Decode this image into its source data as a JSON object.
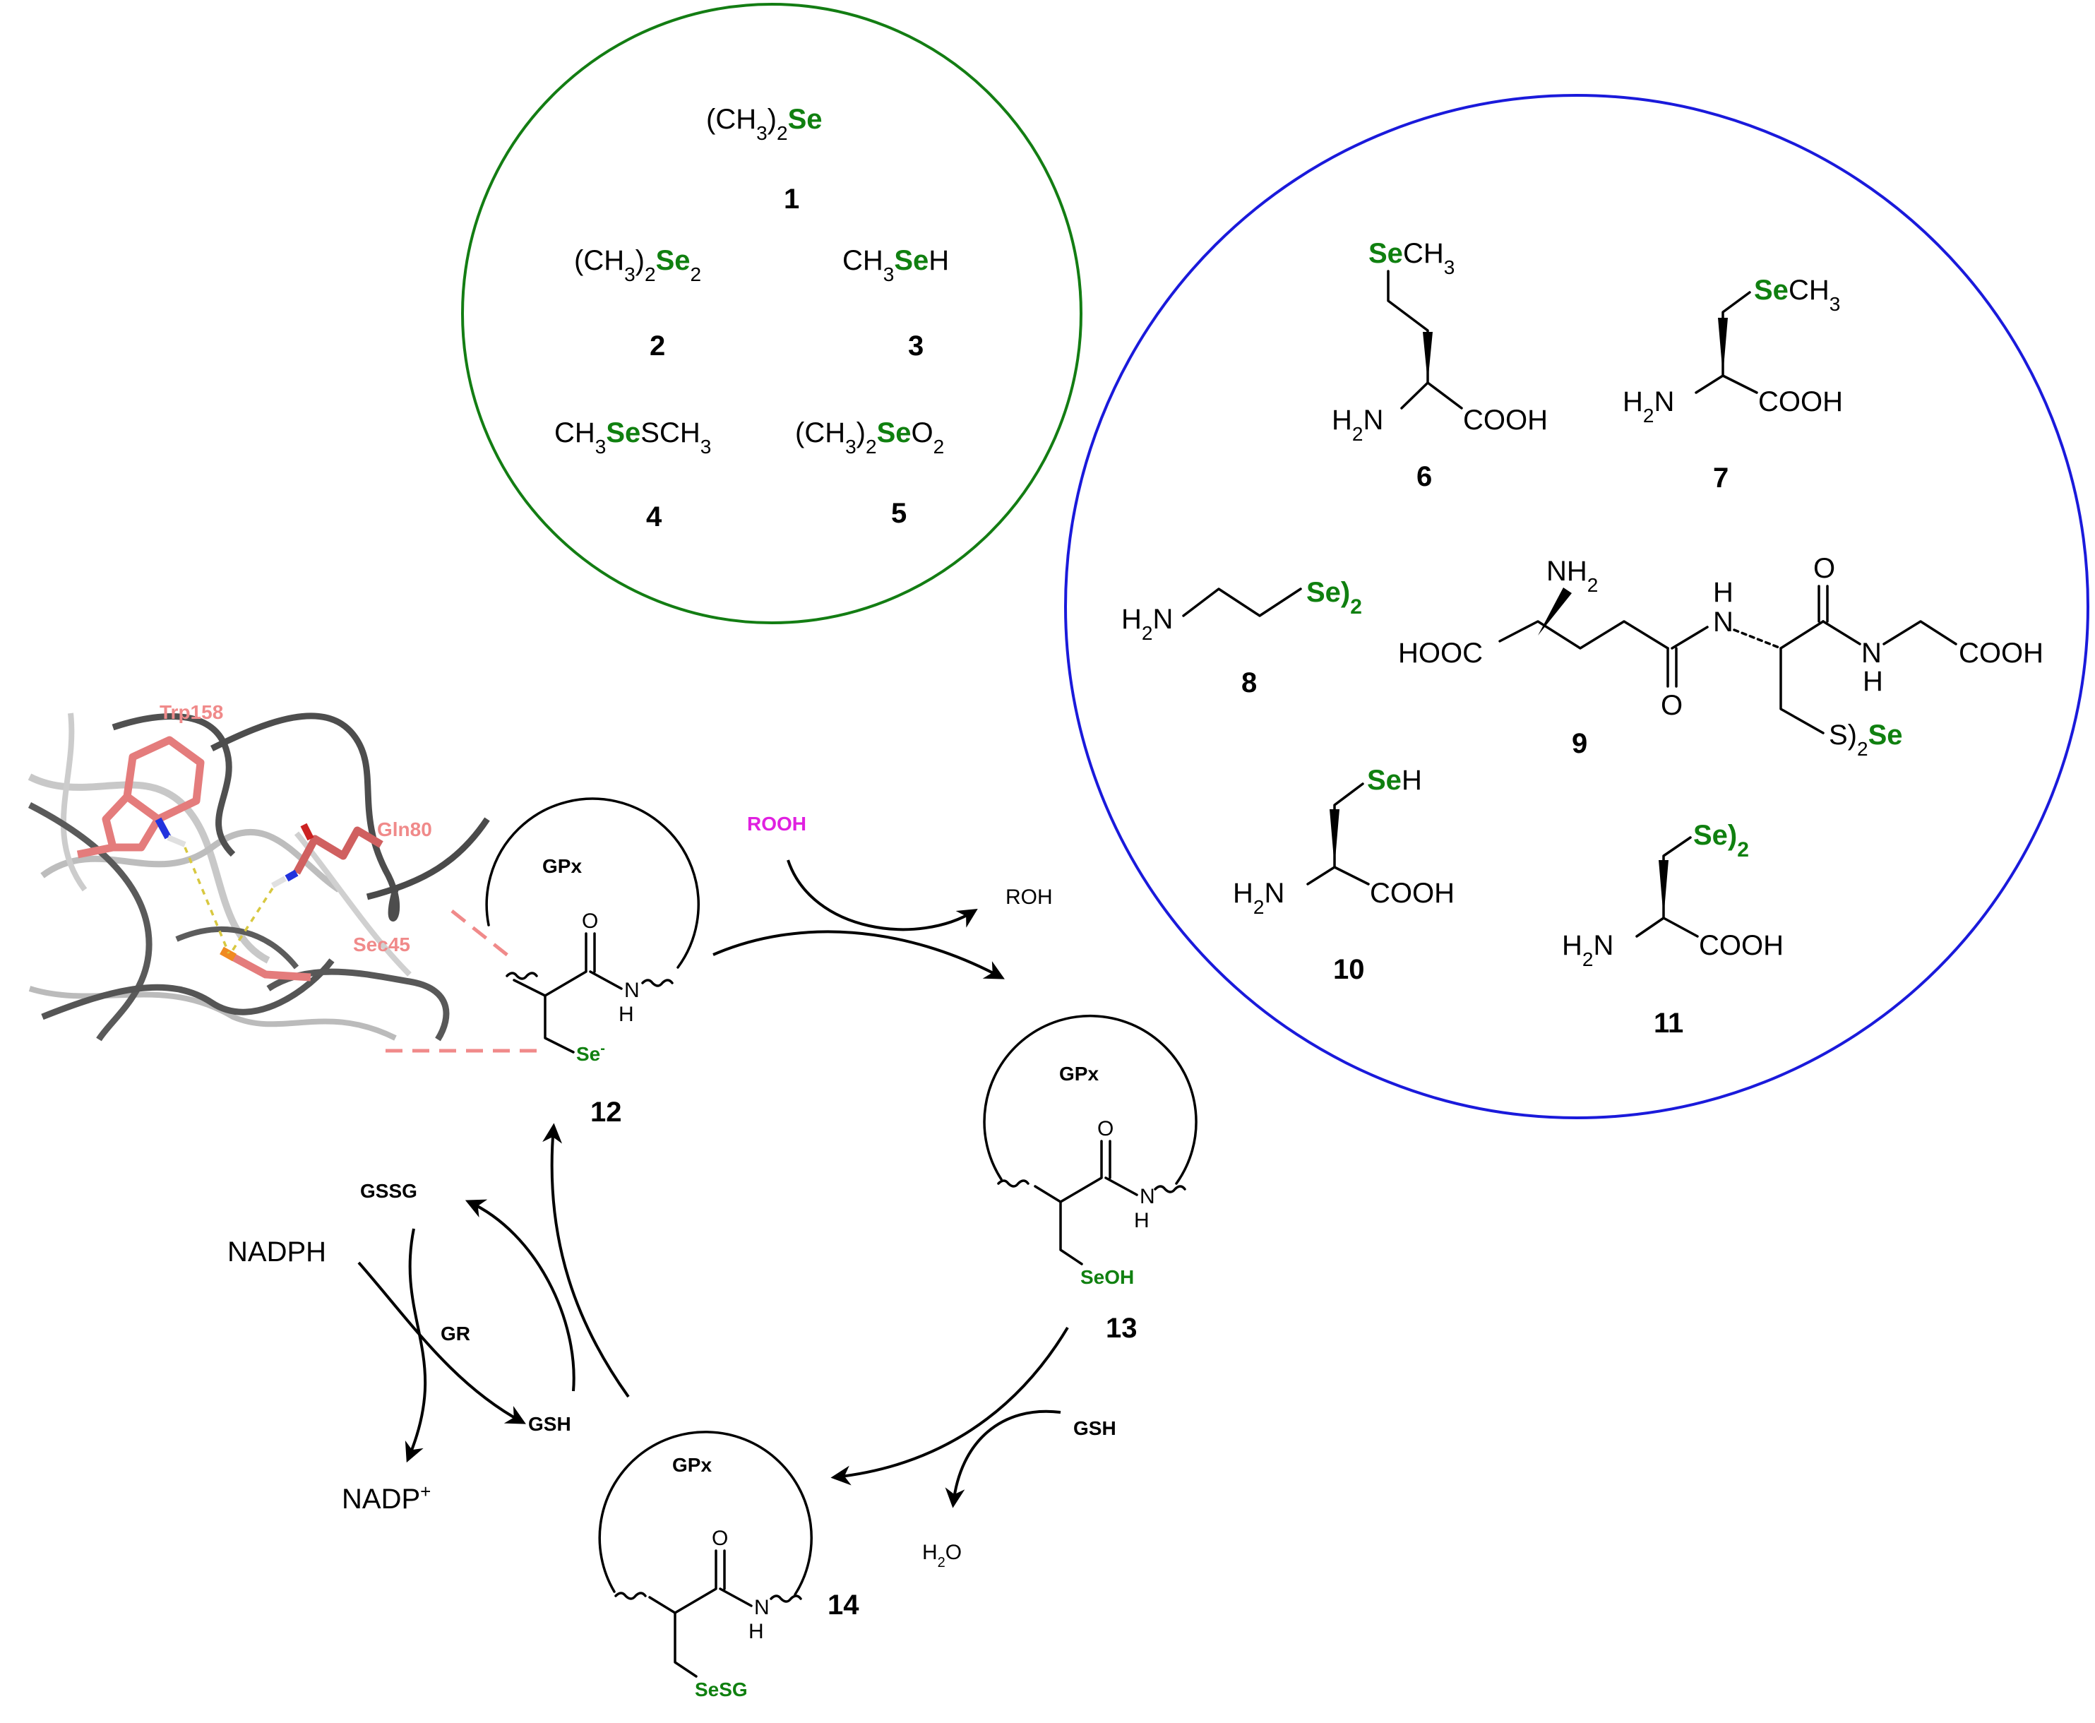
{
  "colors": {
    "selenium": "#108010",
    "green_circle": "#137d13",
    "blue_circle": "#1a1adb",
    "rooh": "#e020e0",
    "residue": "#f08a8a"
  },
  "small_molecules": {
    "c1": {
      "prefix": "(CH",
      "sub1": "3",
      "mid": ")",
      "sub2": "2",
      "se": "Se",
      "num": "1"
    },
    "c2": {
      "prefix": "(CH",
      "sub1": "3",
      "mid": ")",
      "sub2": "2",
      "se": "Se",
      "sub3": "2",
      "num": "2"
    },
    "c3": {
      "prefix": "CH",
      "sub1": "3",
      "se": "Se",
      "suffix": "H",
      "num": "3"
    },
    "c4": {
      "prefix": "CH",
      "sub1": "3",
      "se": "Se",
      "suffix": "SCH",
      "sub2": "3",
      "num": "4"
    },
    "c5": {
      "prefix": "(CH",
      "sub1": "3",
      "mid": ")",
      "sub2": "2",
      "se": "Se",
      "suffix": "O",
      "sub3": "2",
      "num": "5"
    }
  },
  "amino_acids": {
    "c6": {
      "se": "Se",
      "ch": "CH",
      "sub": "3",
      "h2n": "H",
      "n2": "2",
      "n": "N",
      "cooh": "COOH",
      "num": "6"
    },
    "c7": {
      "se": "Se",
      "ch": "CH",
      "sub": "3",
      "h2n": "H",
      "n2": "2",
      "n": "N",
      "cooh": "COOH",
      "num": "7"
    },
    "c8": {
      "h2n": "H",
      "n2": "2",
      "n": "N",
      "se": "Se)",
      "sub": "2",
      "num": "8"
    },
    "c9": {
      "nh": "NH",
      "nh2sub": "2",
      "hooc": "HOOC",
      "o1": "O",
      "o2": "O",
      "h1": "H",
      "n1": "N",
      "h2": "H",
      "n2": "N",
      "cooh": "COOH",
      "s": "S)",
      "ssub": "2",
      "se": "Se",
      "num": "9"
    },
    "c10": {
      "se": "Se",
      "h": "H",
      "h2n": "H",
      "n2": "2",
      "n": "N",
      "cooh": "COOH",
      "num": "10"
    },
    "c11": {
      "se": "Se)",
      "sub": "2",
      "h2n": "H",
      "n2": "2",
      "n": "N",
      "cooh": "COOH",
      "num": "11"
    }
  },
  "protein": {
    "trp": "Trp158",
    "gln": "Gln80",
    "sec": "Sec45"
  },
  "cycle": {
    "gpx": "GPx",
    "o": "O",
    "n": "N",
    "h": "H",
    "s12": {
      "sel": "Se",
      "charge": "-",
      "num": "12"
    },
    "s13": {
      "sel": "SeOH",
      "num": "13"
    },
    "s14": {
      "sel": "SeSG",
      "num": "14"
    },
    "rooh": "ROOH",
    "roh": "ROH",
    "gsh1": "GSH",
    "h2o": {
      "h": "H",
      "sub": "2",
      "o": "O"
    },
    "gssg": "GSSG",
    "gsh2": "GSH",
    "gr": "GR",
    "nadph": "NADPH",
    "nadp": "NADP",
    "nadp_sup": "+"
  }
}
